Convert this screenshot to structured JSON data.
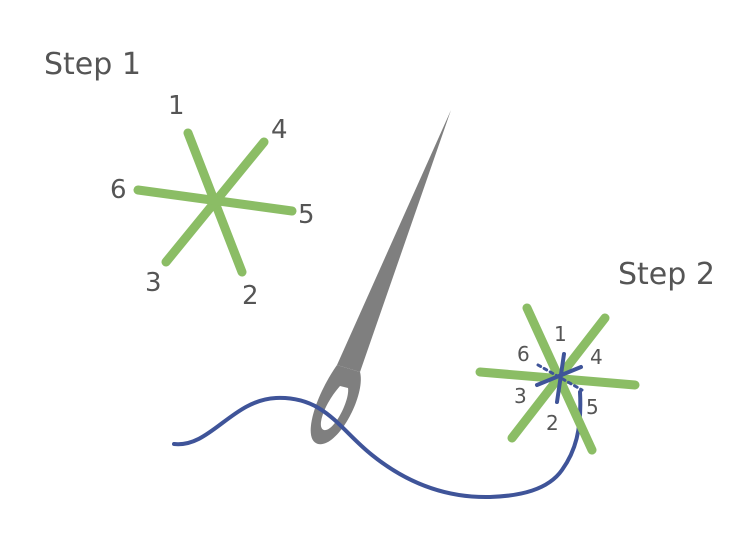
{
  "step1": {
    "title": "Step 1",
    "numbers": [
      "1",
      "2",
      "3",
      "4",
      "5",
      "6"
    ]
  },
  "step2": {
    "title": "Step 2",
    "numbers": [
      "1",
      "2",
      "3",
      "4",
      "5",
      "6"
    ]
  },
  "colors": {
    "stitch_green": "#8bbd65",
    "thread_blue": "#3f5499",
    "needle_gray": "#7f7f7f",
    "text_gray": "#555555"
  }
}
